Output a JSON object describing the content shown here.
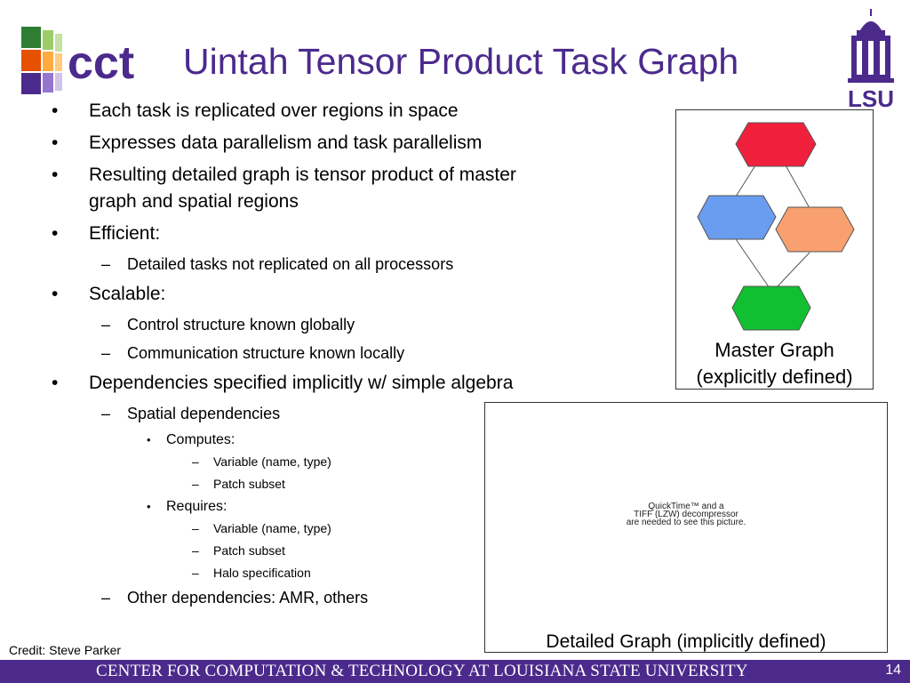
{
  "slide": {
    "title": "Uintah Tensor Product Task Graph",
    "credit": "Credit: Steve Parker",
    "footer": "CENTER FOR COMPUTATION & TECHNOLOGY AT LOUISIANA STATE UNIVERSITY",
    "page_number": "14"
  },
  "logos": {
    "cct_text": "cct",
    "lsu_text": "LSU",
    "cct_colors": [
      "#2e7d32",
      "#e65100",
      "#4b2a8c"
    ],
    "lsu_color": "#4b2a8c"
  },
  "bullets": [
    "Each task is replicated over regions in space",
    "Expresses data parallelism and task parallelism",
    "Resulting detailed graph is tensor product of master graph and spatial regions",
    "Efficient:",
    "Detailed tasks not replicated on all processors",
    "Scalable:",
    "Control structure known globally",
    "Communication structure known locally",
    "Dependencies specified implicitly w/ simple algebra",
    "Spatial dependencies",
    "Computes:",
    "Variable (name, type)",
    "Patch subset",
    "Requires:",
    "Variable (name, type)",
    "Patch subset",
    "Halo specification",
    "Other dependencies: AMR, others"
  ],
  "master_graph": {
    "caption_line1": "Master Graph",
    "caption_line2": "(explicitly defined)",
    "node_colors": [
      "#f0203c",
      "#6a9cf0",
      "#f8a070",
      "#10c030"
    ]
  },
  "detailed_graph": {
    "placeholder_line1": "QuickTime™ and a",
    "placeholder_line2": "TIFF (LZW) decompressor",
    "placeholder_line3": "are needed to see this picture.",
    "caption": "Detailed Graph (implicitly defined)"
  },
  "markers": {
    "bullet": "•",
    "dash": "–"
  },
  "colors": {
    "brand": "#4b2a8c"
  }
}
